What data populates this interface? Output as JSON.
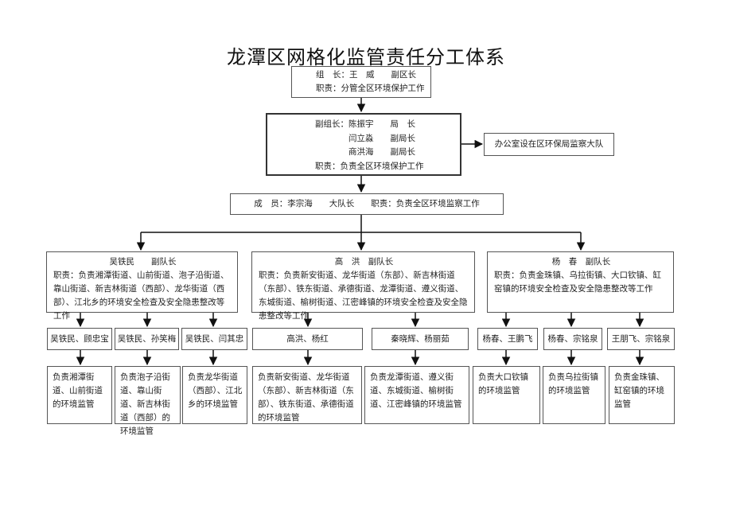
{
  "title": "龙潭区网格化监管责任分工体系",
  "leader": {
    "line1": "组　长：王　威　　副区长",
    "line2": "职责：分管全区环境保护工作"
  },
  "deputy": {
    "line1": "副组长：陈振宇　　局　长",
    "line2": "闫立淼　　副局长",
    "line3": "商洪海　　副局长",
    "line4": "职责：负责全区环境保护工作"
  },
  "office": "办公室设在区环保局监察大队",
  "member": "成　员：李宗海　　大队长　　职责：负责全区环境监察工作",
  "groups": [
    {
      "head": "吴铁民　　副队长",
      "duty": "职责：负责湘潭街道、山前街道、泡子沿街道、靠山街道、新吉林街道（西部）、龙华街道（西部）、江北乡的环境安全检查及安全隐患整改等工作",
      "teams": [
        {
          "name": "吴铁民、顾忠宝",
          "task": "负责湘潭街道、山前街道的环境监管"
        },
        {
          "name": "吴铁民、孙笑梅",
          "task": "负责泡子沿街道、靠山街道、新吉林街道（西部）的环境监管"
        },
        {
          "name": "吴铁民、闫其忠",
          "task": "负责龙华街道（西部）、江北乡的环境监管"
        }
      ]
    },
    {
      "head": "高　洪　副队长",
      "duty": "职责：负责新安街道、龙华街道（东部）、新吉林街道（东部）、铁东街道、承德街道、龙潭街道、遵义街道、东城街道、榆树街道、江密峰镇的环境安全检查及安全隐患整改等工作",
      "teams": [
        {
          "name": "高洪、杨红",
          "task": "负责新安街道、龙华街道（东部）、新吉林街道（东部）、铁东街道、承德街道的环境监管"
        },
        {
          "name": "秦晓辉、杨丽茹",
          "task": "负责龙潭街道、遵义街道、东城街道、榆树街道、江密峰镇的环境监管"
        }
      ]
    },
    {
      "head": "杨　春　副队长",
      "duty": "职责：负责金珠镇、乌拉街镇、大口钦镇、缸窑镇的环境安全检查及安全隐患整改等工作",
      "teams": [
        {
          "name": "杨春、王鹏飞",
          "task": "负责大口钦镇的环境监管"
        },
        {
          "name": "杨春、宗铭泉",
          "task": "负责乌拉街镇的环境监管"
        },
        {
          "name": "王朋飞、宗铭泉",
          "task": "负责金珠镇、缸窑镇的环境监管"
        }
      ]
    }
  ]
}
